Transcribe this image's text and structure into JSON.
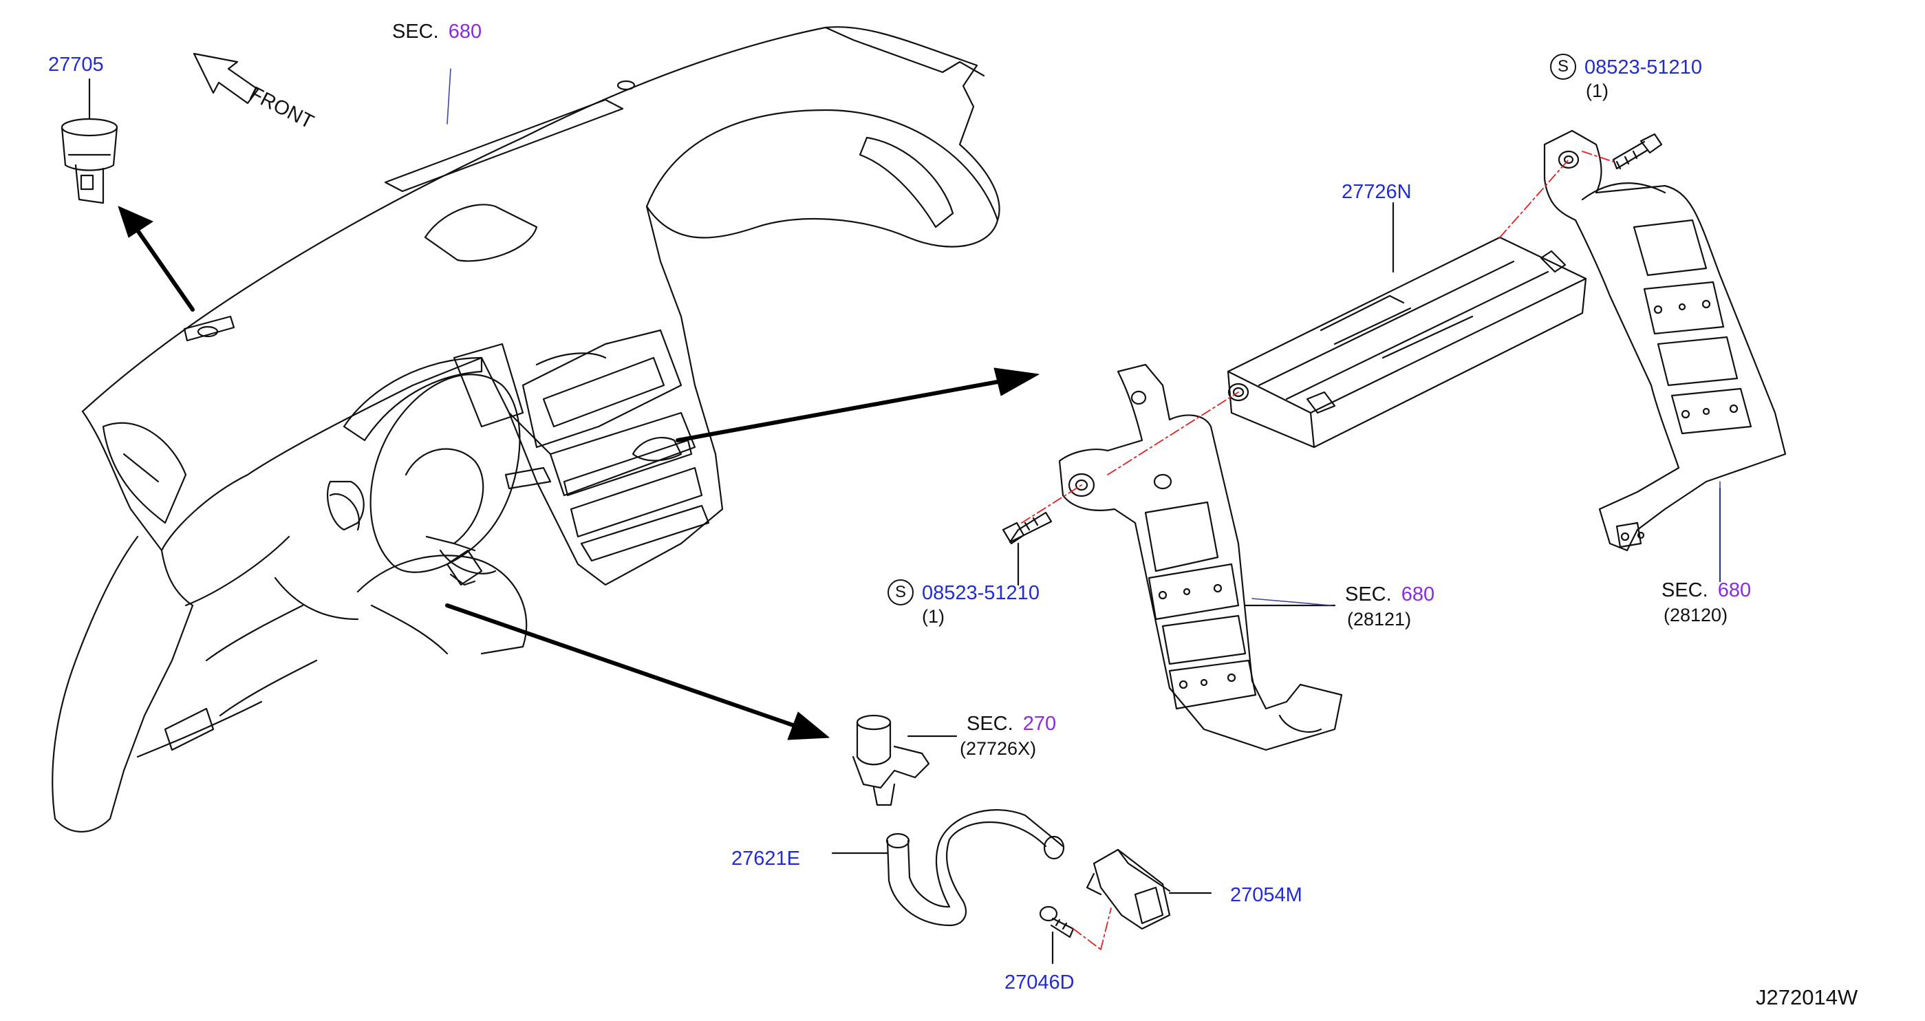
{
  "diagram_id": "J272014W",
  "front_label": "FRONT",
  "section_prefix": "SEC.",
  "screw_marker": "S",
  "labels": {
    "part_27705": "27705",
    "sec_top": "680",
    "part_27726N": "27726N",
    "screw_upper_part": "08523-51210",
    "screw_upper_qty": "(1)",
    "screw_lower_part": "08523-51210",
    "screw_lower_qty": "(1)",
    "sec_28121_num": "680",
    "sec_28121_ref": "(28121)",
    "sec_28120_num": "680",
    "sec_28120_ref": "(28120)",
    "sec_27726X_num": "270",
    "sec_27726X_ref": "(27726X)",
    "part_27621E": "27621E",
    "part_27054M": "27054M",
    "part_27046D": "27046D"
  },
  "colors": {
    "part_number": "#1f2bd6",
    "section_number": "#8a2be2",
    "line_art": "#111111",
    "dash_line": "#e02020"
  }
}
